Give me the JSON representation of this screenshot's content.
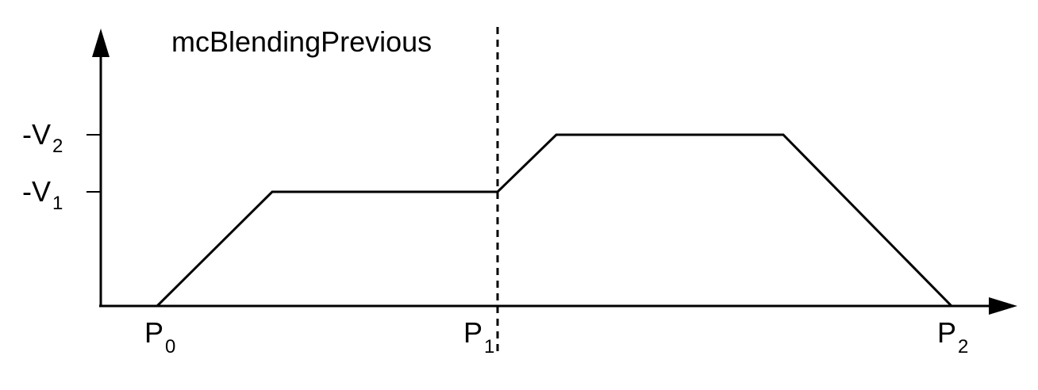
{
  "diagram": {
    "title": "mcBlendingPrevious",
    "y_labels": [
      {
        "main": "-V",
        "sub": "2"
      },
      {
        "main": "-V",
        "sub": "1"
      }
    ],
    "x_labels": [
      {
        "main": "P",
        "sub": "0"
      },
      {
        "main": "P",
        "sub": "1"
      },
      {
        "main": "P",
        "sub": "2"
      }
    ]
  }
}
